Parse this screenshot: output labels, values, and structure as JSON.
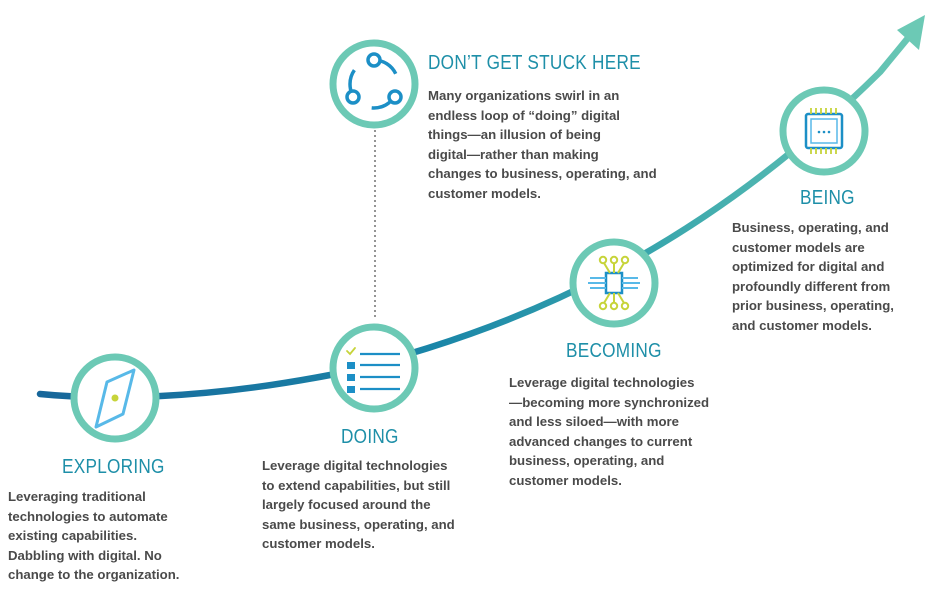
{
  "colors": {
    "ring": "#6cc9b5",
    "ring_stroke": "#66c5b1",
    "curve_dark": "#17669a",
    "curve_light": "#6cc9b5",
    "icon_blue": "#1c8fc6",
    "icon_light_blue": "#58b9e8",
    "icon_yellow": "#c7d43a",
    "title_text": "#1e8fa8",
    "body_text": "#4a4a4a"
  },
  "stages": {
    "exploring": {
      "icon": "compass-icon",
      "title": "EXPLORING",
      "description": "Leveraging traditional\ntechnologies to automate\nexisting capabilities.\nDabbling with digital. No\nchange to the organization."
    },
    "doing": {
      "icon": "checklist-icon",
      "title": "DOING",
      "description": "Leverage digital technologies\nto extend capabilities, but still\nlargely focused around the\nsame business, operating, and\ncustomer models."
    },
    "stuck": {
      "icon": "cycle-icon",
      "title": "DON’T GET STUCK HERE",
      "description": "Many organizations swirl in an\nendless loop of “doing” digital\nthings—an illusion of being\ndigital—rather than making\nchanges to business, operating, and\ncustomer models."
    },
    "becoming": {
      "icon": "circuit-chip-icon",
      "title": "BECOMING",
      "description": "Leverage digital technologies\n—becoming more synchronized\nand less siloed—with more\nadvanced changes to current\nbusiness, operating, and\ncustomer models."
    },
    "being": {
      "icon": "processor-chip-icon",
      "title": "BEING",
      "description": "Business, operating, and\ncustomer models are\noptimized for digital and\nprofoundly different from\nprior business, operating,\nand customer models."
    }
  }
}
